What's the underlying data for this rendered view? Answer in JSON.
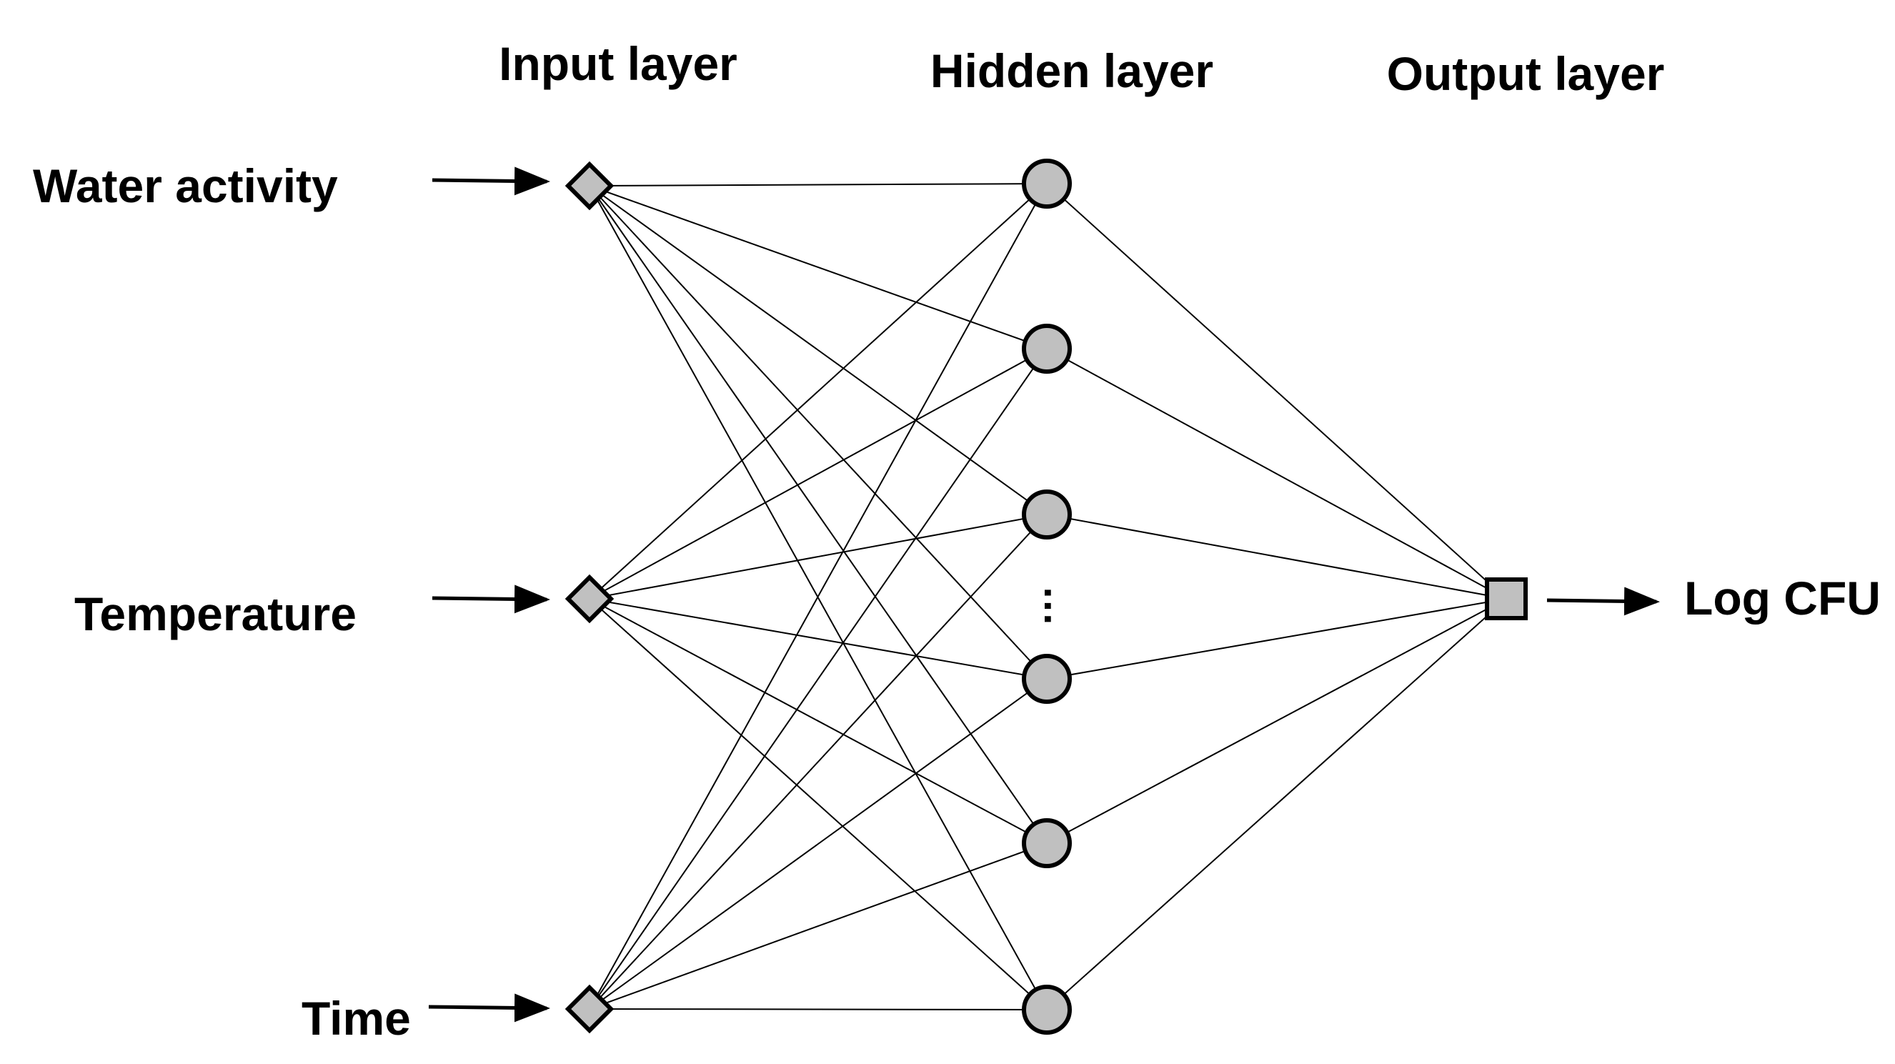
{
  "colors": {
    "node_fill": "#c0c0c0",
    "stroke": "#000000",
    "background": "#ffffff"
  },
  "layers": {
    "input_title": "Input layer",
    "hidden_title": "Hidden layer",
    "output_title": "Output layer"
  },
  "inputs": [
    {
      "label": "Water activity",
      "shape": "diamond"
    },
    {
      "label": "Temperature",
      "shape": "diamond"
    },
    {
      "label": "Time",
      "shape": "diamond"
    }
  ],
  "hidden": {
    "node_count": 6,
    "shape": "circle",
    "ellipsis": "…"
  },
  "output": {
    "label": "Log CFU",
    "shape": "square"
  },
  "connectivity": "fully-connected"
}
